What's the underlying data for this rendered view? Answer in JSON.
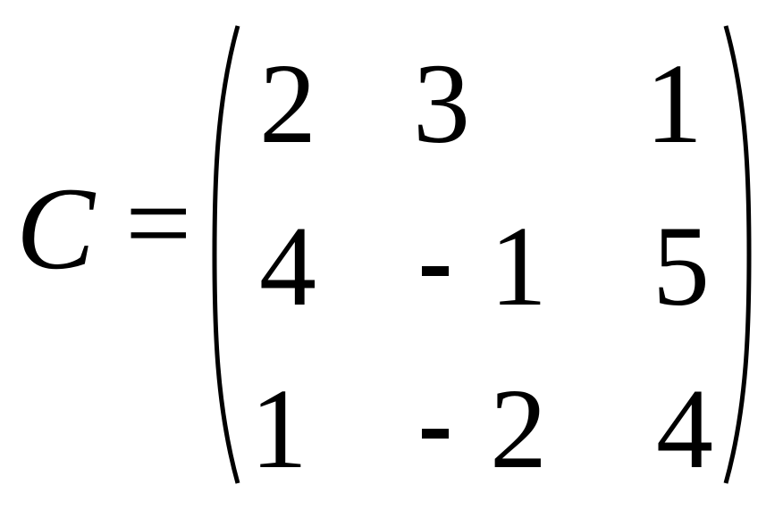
{
  "equation": {
    "variable": "C",
    "equals": "=",
    "matrix": {
      "rows": [
        [
          {
            "sign": "",
            "digit": "2"
          },
          {
            "sign": "",
            "digit": "3"
          },
          {
            "sign": "",
            "digit": "1"
          }
        ],
        [
          {
            "sign": "",
            "digit": "4"
          },
          {
            "sign": "-",
            "digit": "1"
          },
          {
            "sign": "",
            "digit": "5"
          }
        ],
        [
          {
            "sign": "",
            "digit": "1"
          },
          {
            "sign": "-",
            "digit": "2"
          },
          {
            "sign": "",
            "digit": "4"
          }
        ]
      ]
    }
  }
}
